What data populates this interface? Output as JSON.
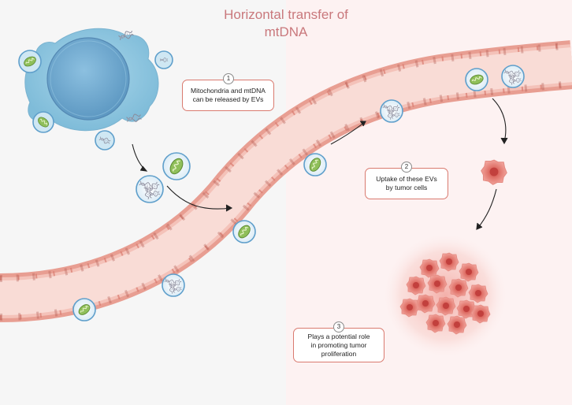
{
  "title_line1": "Horizontal transfer of",
  "title_line2": "mtDNA",
  "steps": [
    {
      "number": "1",
      "line1": "Mitochondria and mtDNA",
      "line2": "can be released by EVs"
    },
    {
      "number": "2",
      "line1": "Uptake of these EVs",
      "line2": "by tumor cells"
    },
    {
      "number": "3",
      "line1": "Plays a potential role",
      "line2": "in promoting tumor",
      "line3": "proliferation"
    }
  ],
  "colors": {
    "background_left": "#f6f6f6",
    "background_right": "#fdf2f2",
    "title": "#c9787c",
    "step_border": "#d97a6f",
    "vessel_wall": "#e89e92",
    "vessel_lumen": "#f9dcd6",
    "cell_blue": "#93c8e0",
    "nucleus_blue": "#6fa8cf",
    "mitochondrion_green": "#8fbf5a",
    "tumor_red": "#d9615a"
  },
  "icons": [
    "donor-cell-icon",
    "extracellular-vesicle-icon",
    "mitochondrion-icon",
    "mtdna-icon",
    "tumor-cell-icon",
    "tumor-mass-icon",
    "arrow-icon"
  ]
}
